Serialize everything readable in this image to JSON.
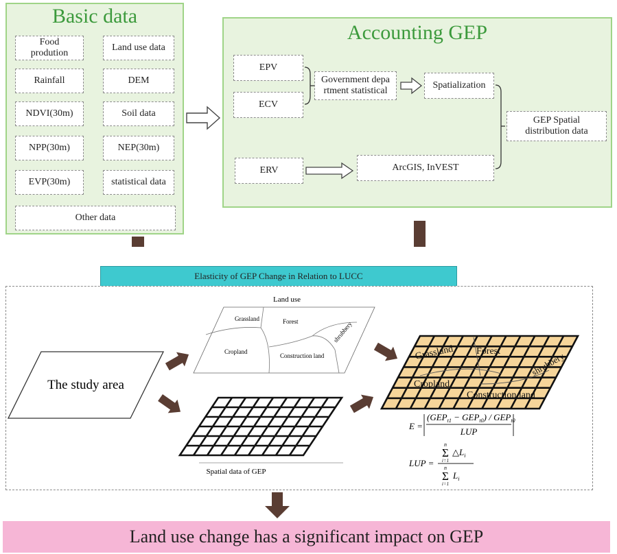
{
  "basic": {
    "title": "Basic data",
    "items": [
      "Food\nprodution",
      "Land use data",
      "Rainfall",
      "DEM",
      "NDVI(30m)",
      "Soil data",
      "NPP(30m)",
      "NEP(30m)",
      "EVP(30m)",
      "statistical data"
    ],
    "other": "Other data"
  },
  "accounting": {
    "title": "Accounting GEP",
    "epv": "EPV",
    "ecv": "ECV",
    "erv": "ERV",
    "gov_line1": "Government depa",
    "gov_line2": "rtment statistical",
    "spatialization": "Spatialization",
    "arcgis": "ArcGIS, InVEST",
    "gep_line1": "GEP Spatial",
    "gep_line2": "distribution data"
  },
  "elasticity_banner": "Elasticity of GEP Change in Relation to LUCC",
  "study_area": "The study area",
  "land_use": {
    "title": "Land use",
    "grassland": "Grassland",
    "forest": "Forest",
    "shrubbery": "shrubbery",
    "cropland": "Cropland",
    "construction": "Construction land"
  },
  "spatial_caption": "Spatial data of GEP",
  "result_map": {
    "grassland": "Grassland",
    "forest": "Forest",
    "shrubbery": "shrubbery",
    "cropland": "Cropland",
    "construction": "Construction land"
  },
  "formula": {
    "e_lhs": "E =",
    "e_num": "(GEP",
    "e_num_sub1": "t1",
    "e_num_mid": " − GEP",
    "e_num_sub2": "t0",
    "e_num_end": ") / GEP",
    "e_num_sub3": "t0",
    "e_den": "LUP",
    "lup_lhs": "LUP =",
    "sum_top": "n",
    "sum_bot": "i=1",
    "num_term": "△L",
    "num_sub": "i",
    "den_term": "L",
    "den_sub": "i"
  },
  "conclusion": "Land use change has a significant impact on GEP",
  "colors": {
    "panel_bg": "#e8f3df",
    "panel_border": "#9fd487",
    "title_green": "#3c9a3c",
    "banner": "#3ec9cf",
    "brown_arrow": "#5a3d33",
    "grid_fill": "#f6d59a",
    "conclusion_bg": "#f6b6d6"
  }
}
